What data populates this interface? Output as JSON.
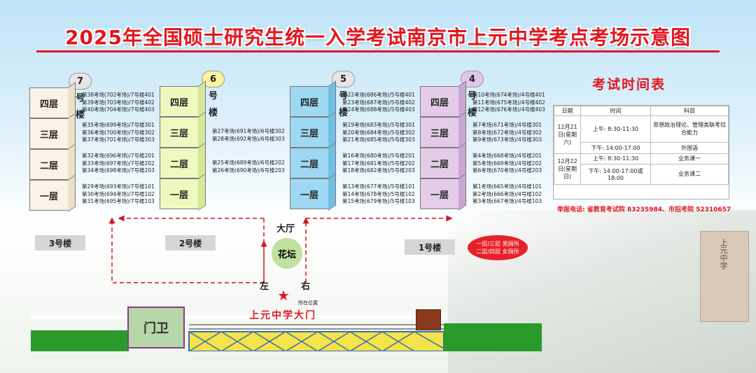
{
  "title": "2025年全国硕士研究生统一入学考试南京市上元中学考点考场示意图",
  "buildings": [
    {
      "name": "7号楼",
      "floors": [
        "四层",
        "三层",
        "二层",
        "一层"
      ],
      "rooms": [
        [
          "第38考场(702考场)/7号楼401",
          "第39考场(703考场)/7号楼402",
          "第40考场(704考场)/7号楼403"
        ],
        [
          "第35考场(699考场)/7号楼301",
          "第36考场(700考场)/7号楼302",
          "第37考场(701考场)/7号楼303"
        ],
        [
          "第32考场(696考场)/7号楼201",
          "第33考场(697考场)/7号楼202",
          "第34考场(698考场)/7号楼203"
        ],
        [
          "第29考场(693考场)/7号楼101",
          "第30考场(694考场)/7号楼102",
          "第31考场(695考场)/7号楼103"
        ]
      ]
    },
    {
      "name": "6号楼",
      "floors": [
        "四层",
        "三层",
        "二层",
        "一层"
      ],
      "rooms": [
        [],
        [
          "第27考场(691考场)/6号楼302",
          "第28考场(692考场)/6号楼303"
        ],
        [
          "第25考场(689考场)/6号楼202",
          "第26考场(690考场)/6号楼203"
        ],
        []
      ]
    },
    {
      "name": "5号楼",
      "floors": [
        "四层",
        "三层",
        "二层",
        "一层"
      ],
      "rooms": [
        [
          "第22考场(686考场)/5号楼401",
          "第23考场(687考场)/5号楼402",
          "第24考场(688考场)/5号楼403"
        ],
        [
          "第19考场(683考场)/5号楼301",
          "第20考场(684考场)/5号楼302",
          "第21考场(685考场)/5号楼303"
        ],
        [
          "第16考场(680考场)/5号楼201",
          "第17考场(681考场)/5号楼202",
          "第18考场(682考场)/5号楼203"
        ],
        [
          "第13考场(677考场)/5号楼101",
          "第14考场(678考场)/5号楼102",
          "第15考场(679考场)/5号楼103"
        ]
      ]
    },
    {
      "name": "4号楼",
      "floors": [
        "四层",
        "三层",
        "二层",
        "一层"
      ],
      "rooms": [
        [
          "第10考场(674考场)/4号楼401",
          "第11考场(675考场)/4号楼402",
          "第12考场(676考场)/4号楼403"
        ],
        [
          "第7考场(671考场)/4号楼301",
          "第8考场(672考场)/4号楼302",
          "第9考场(673考场)/4号楼303"
        ],
        [
          "第4考场(668考场)/4号楼201",
          "第5考场(669考场)/4号楼202",
          "第6考场(670考场)/4号楼203"
        ],
        [
          "第1考场(665考场)/4号楼101",
          "第2考场(666考场)/4号楼102",
          "第3考场(667考场)/4号楼103"
        ]
      ]
    }
  ],
  "map": {
    "b3": "3号楼",
    "b2": "2号楼",
    "b1": "1号楼",
    "hall": "大厅",
    "flower": "花坛",
    "left": "左",
    "right": "右",
    "restroom_1": "一层/三层 男厕所",
    "restroom_2": "二层/四层 女厕所",
    "here": "所在位置",
    "gate_name": "上元中学大门",
    "guard": "门卫",
    "school_sign": "上元中学"
  },
  "schedule": {
    "title": "考试时间表",
    "headers": [
      "日期",
      "时间",
      "科目"
    ],
    "day1": "12月21日(星期六)",
    "day2": "12月22日(星期日)",
    "rows": [
      {
        "time": "上午:  8:30-11:30",
        "subject": "思想政治理论、管理类联考综合能力"
      },
      {
        "time": "下午: 14:00-17:00",
        "subject": "外国语"
      },
      {
        "time": "上午:  8:30-11:30",
        "subject": "业务课一"
      },
      {
        "time": "下午: 14:00-17:00或18:00",
        "subject": "业务课二"
      }
    ],
    "hotline": "举报电话: 省教育考试院 83235984、市招考院 52310657"
  },
  "colors": {
    "title": "#e3161e",
    "b7": "#faf3e6",
    "b6": "#eef9c0",
    "b5": "#9ed8f2",
    "b4": "#e4cce9"
  }
}
